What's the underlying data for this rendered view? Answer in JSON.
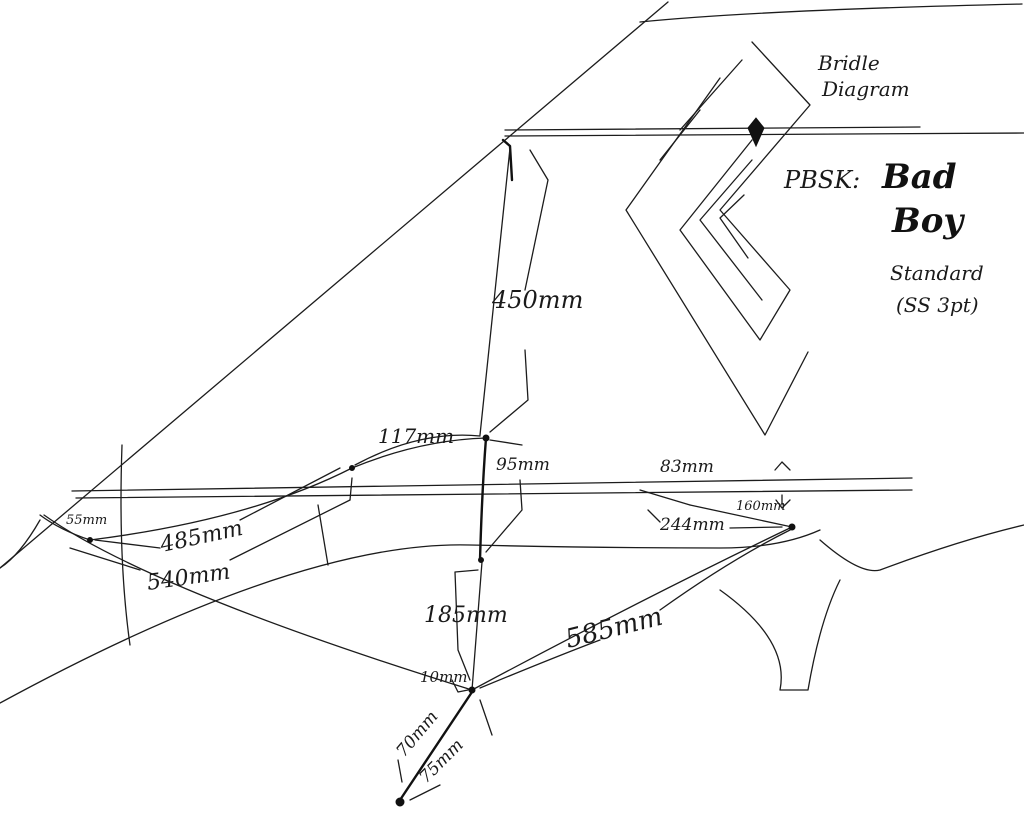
{
  "title": {
    "line1": "Bridle",
    "line2": "Diagram"
  },
  "kite": {
    "prefix": "PBSK:",
    "name_line1": "Bad",
    "name_line2": "Boy",
    "variant": "Standard",
    "variant_detail": "(SS 3pt)"
  },
  "dimensions": {
    "top_leg": "450mm",
    "upper_left": "117mm",
    "center_gap": "95mm",
    "right_short": "83mm",
    "right_tip": "160mm",
    "right_leg": "244mm",
    "left_mid": "485mm",
    "left_long": "540mm",
    "left_tip": "55mm",
    "center_lower": "185mm",
    "ring_gap": "10mm",
    "bottom_right_long": "585mm",
    "pigtail_a": "70mm",
    "pigtail_b": "75mm"
  }
}
